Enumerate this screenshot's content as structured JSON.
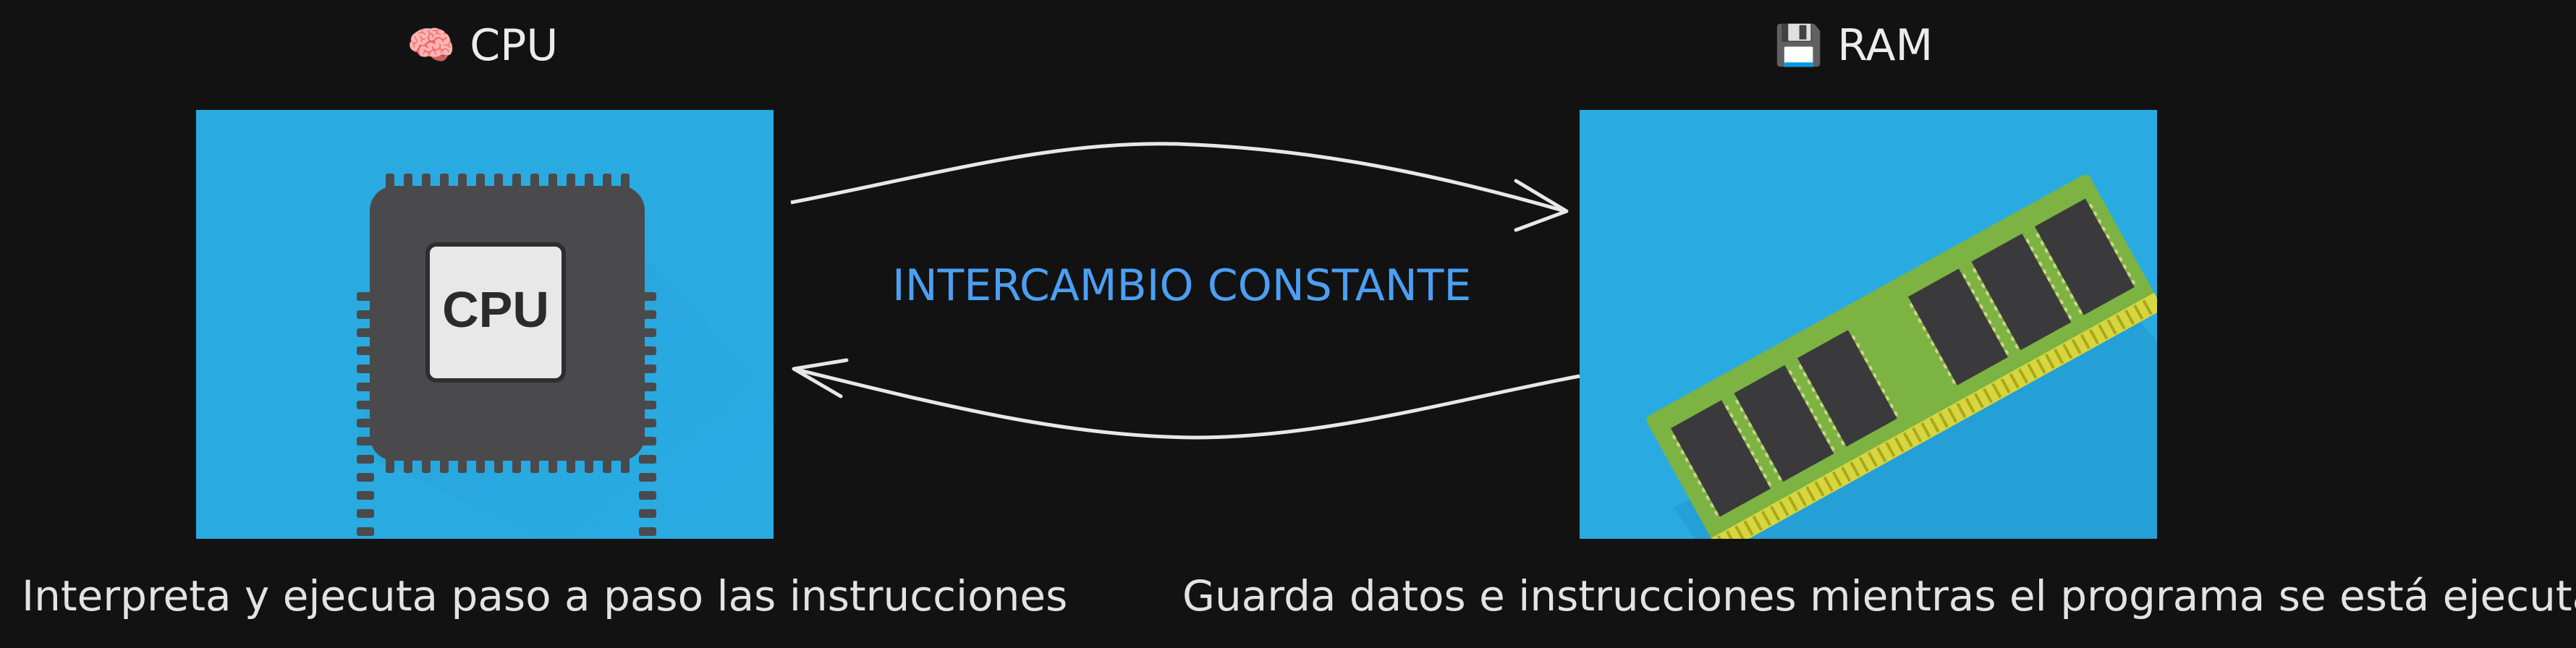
{
  "cpu": {
    "icon": "brain-icon",
    "title": "CPU",
    "chip_text": "CPU",
    "caption": "Interpreta y ejecuta paso a paso las instrucciones"
  },
  "ram": {
    "icon": "floppy-disk-icon",
    "title": "RAM",
    "caption": "Guarda datos e instrucciones mientras el programa se está ejecutando"
  },
  "exchange": {
    "label": "INTERCAMBIO CONSTANTE"
  },
  "colors": {
    "background": "#121212",
    "panel": "#29abe2",
    "accent_text": "#4c9ff2",
    "arrow": "#e8e8e8",
    "chip": "#4a4a4c",
    "ram_board": "#7cb342",
    "ram_pins": "#d8d640"
  }
}
